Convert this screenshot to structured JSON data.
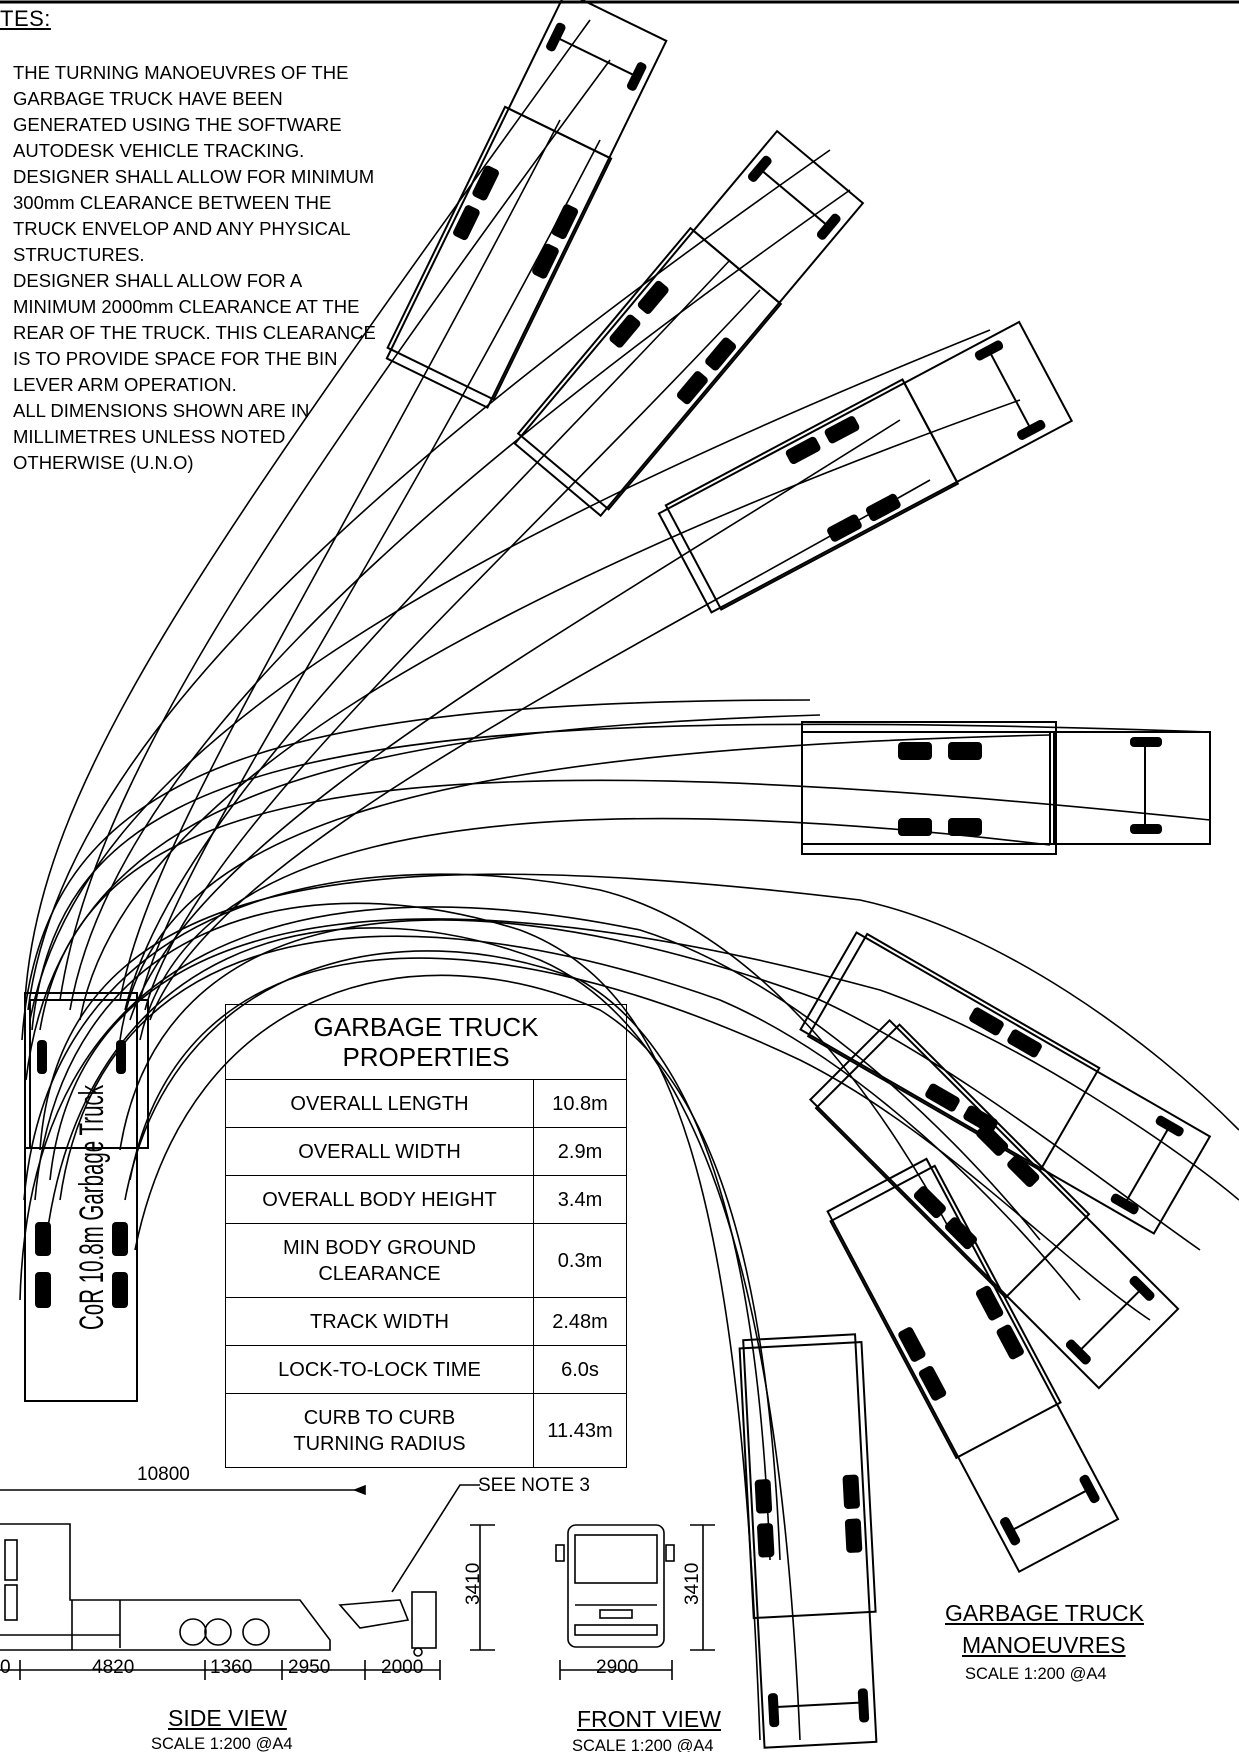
{
  "notes": {
    "heading": "TES:",
    "lines": [
      "THE TURNING MANOEUVRES OF THE",
      "GARBAGE TRUCK HAVE BEEN",
      "GENERATED USING THE SOFTWARE",
      "AUTODESK VEHICLE TRACKING.",
      "DESIGNER SHALL ALLOW FOR MINIMUM",
      "300mm CLEARANCE BETWEEN THE",
      "TRUCK ENVELOP AND ANY PHYSICAL",
      "STRUCTURES.",
      "DESIGNER SHALL ALLOW FOR A",
      "MINIMUM 2000mm CLEARANCE AT THE",
      "REAR OF THE TRUCK. THIS CLEARANCE",
      "IS TO PROVIDE SPACE FOR THE BIN",
      "LEVER ARM OPERATION.",
      "ALL DIMENSIONS SHOWN ARE IN",
      "MILLIMETRES UNLESS NOTED",
      "OTHERWISE (U.N.O)"
    ]
  },
  "properties": {
    "title_line1": "GARBAGE TRUCK",
    "title_line2": "PROPERTIES",
    "rows": [
      {
        "label": "OVERALL LENGTH",
        "value": "10.8m"
      },
      {
        "label": "OVERALL WIDTH",
        "value": "2.9m"
      },
      {
        "label": "OVERALL BODY HEIGHT",
        "value": "3.4m"
      },
      {
        "label": "MIN BODY GROUND CLEARANCE",
        "value": "0.3m"
      },
      {
        "label": "TRACK WIDTH",
        "value": "2.48m"
      },
      {
        "label": "LOCK-TO-LOCK TIME",
        "value": "6.0s"
      },
      {
        "label": "CURB TO CURB TURNING RADIUS",
        "value": "11.43m"
      }
    ]
  },
  "vehicle_label": "CoR 10.8m Garbage Truck",
  "side_view": {
    "overall_dim": "10800",
    "height_dim": "3410",
    "dims": [
      "0",
      "4820",
      "1360",
      "2950",
      "2000"
    ],
    "note_callout": "SEE NOTE 3",
    "title": "SIDE VIEW",
    "scale": "SCALE 1:200 @A4"
  },
  "front_view": {
    "height_dim": "3410",
    "width_dim": "2900",
    "title": "FRONT VIEW",
    "scale": "SCALE 1:200 @A4"
  },
  "manoeuvres": {
    "title_line1": "GARBAGE TRUCK",
    "title_line2": "MANOEUVRES",
    "scale": "SCALE 1:200 @A4"
  }
}
